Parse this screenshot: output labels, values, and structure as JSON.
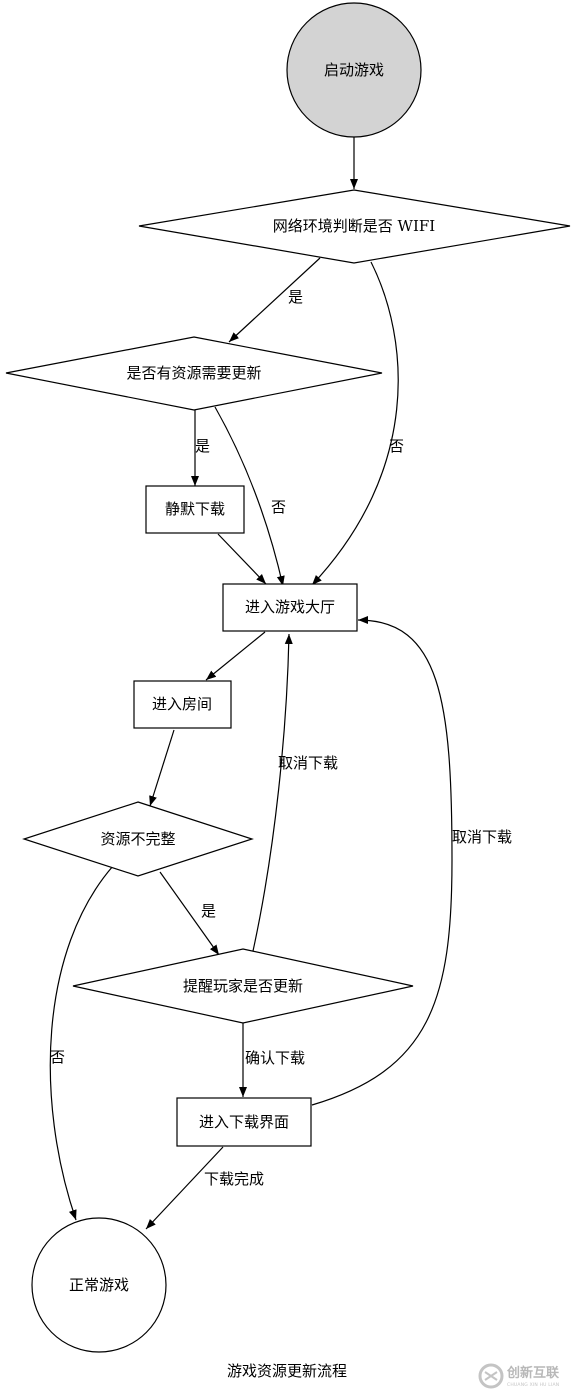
{
  "nodes": {
    "start_game": "启动游戏",
    "wifi_check": "网络环境判断是否 WIFI",
    "need_update": "是否有资源需要更新",
    "silent_download": "静默下载",
    "enter_lobby": "进入游戏大厅",
    "enter_room": "进入房间",
    "resource_incomplete": "资源不完整",
    "prompt_update": "提醒玩家是否更新",
    "download_screen": "进入下载界面",
    "normal_play": "正常游戏"
  },
  "edges": {
    "wifi_yes": "是",
    "wifi_no": "否",
    "update_yes": "是",
    "update_no": "否",
    "incomplete_yes": "是",
    "incomplete_no": "否",
    "prompt_cancel": "取消下载",
    "prompt_confirm": "确认下载",
    "download_cancel": "取消下载",
    "download_done": "下载完成"
  },
  "caption": "游戏资源更新流程",
  "watermark": {
    "name": "创新互联",
    "subtitle": "CHUANG XIN HU LIAN"
  },
  "colors": {
    "start_fill": "#d3d3d3",
    "stroke": "#000000",
    "background": "#ffffff"
  }
}
